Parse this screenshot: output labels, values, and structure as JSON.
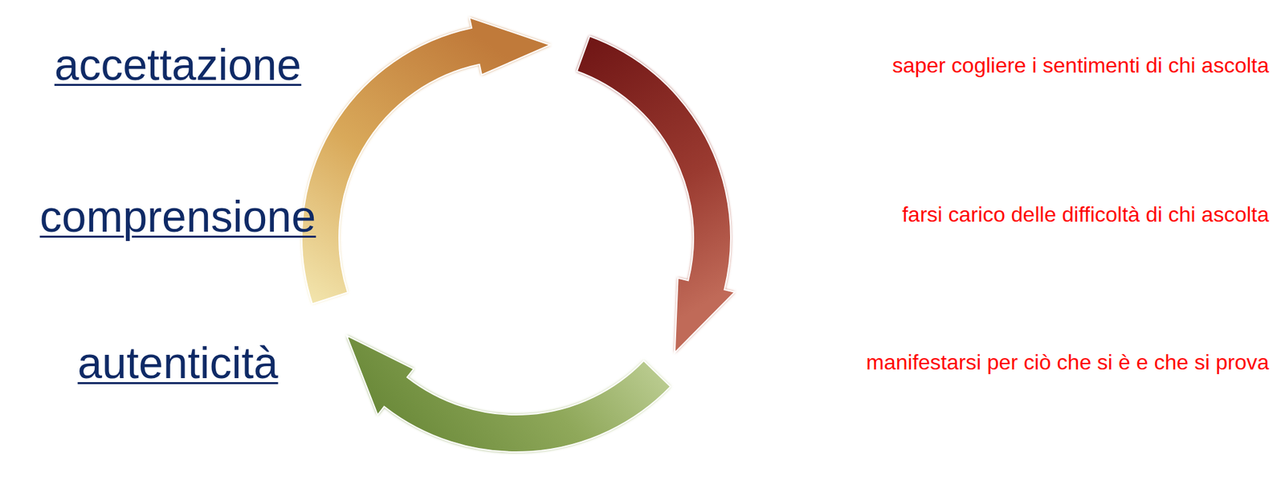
{
  "diagram": {
    "labels": [
      "accettazione",
      "saper cogliere i sentimenti di chi ascolta",
      "comprensione",
      "farsi carico delle difficoltà di chi ascolta",
      "autenticità",
      "manifestarsi per ciò che si è e che si prova"
    ]
  }
}
